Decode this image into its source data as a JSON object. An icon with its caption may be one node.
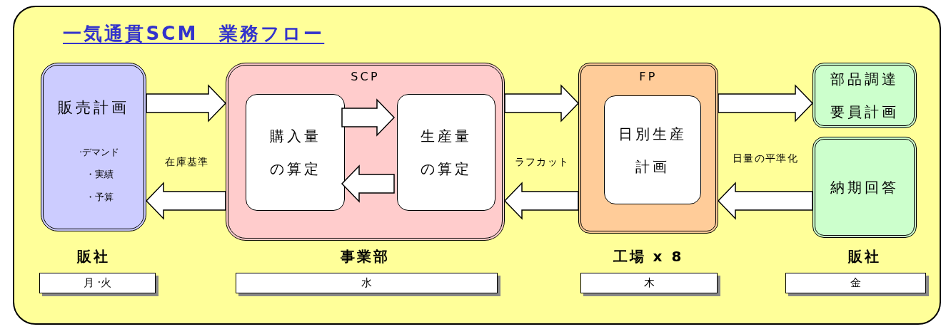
{
  "diagram": {
    "title": "一気通貫SCM　業務フロー",
    "nodes": [
      {
        "text": [
          "販売計画",
          "·デマンド",
          "・実績",
          "・予算"
        ],
        "beside": [
          "販社"
        ]
      },
      {
        "text": [
          "SCP"
        ],
        "beside": [
          "事業部"
        ]
      },
      {
        "text": [
          "購入量の算定"
        ],
        "in": 1
      },
      {
        "text": [
          "生産量の算定"
        ],
        "in": 1
      },
      {
        "text": [
          "FP"
        ],
        "beside": [
          "工場 x 8"
        ]
      },
      {
        "text": [
          "日別生産計画"
        ],
        "in": 4
      },
      {
        "text": [
          "部品調達要員計画"
        ]
      },
      {
        "text": [
          "納期回答"
        ],
        "beside": [
          "販社"
        ]
      },
      {
        "text": [
          "月 ·火"
        ]
      },
      {
        "text": [
          "水"
        ]
      },
      {
        "text": [
          "木"
        ]
      },
      {
        "text": [
          "金"
        ]
      }
    ],
    "edges": [
      {
        "from": 0,
        "to": 1,
        "arrow": "to"
      },
      {
        "from": 1,
        "to": 0,
        "arrow": "to",
        "label": "在庫基準"
      },
      {
        "from": 2,
        "to": 3,
        "arrow": "to"
      },
      {
        "from": 3,
        "to": 2,
        "arrow": "to"
      },
      {
        "from": 1,
        "to": 4,
        "arrow": "to"
      },
      {
        "from": 4,
        "to": 1,
        "arrow": "to",
        "label": "ラフカット"
      },
      {
        "from": 4,
        "to": 6,
        "arrow": "to"
      },
      {
        "from": 7,
        "to": 4,
        "arrow": "to",
        "label": "日量の平準化"
      }
    ]
  }
}
